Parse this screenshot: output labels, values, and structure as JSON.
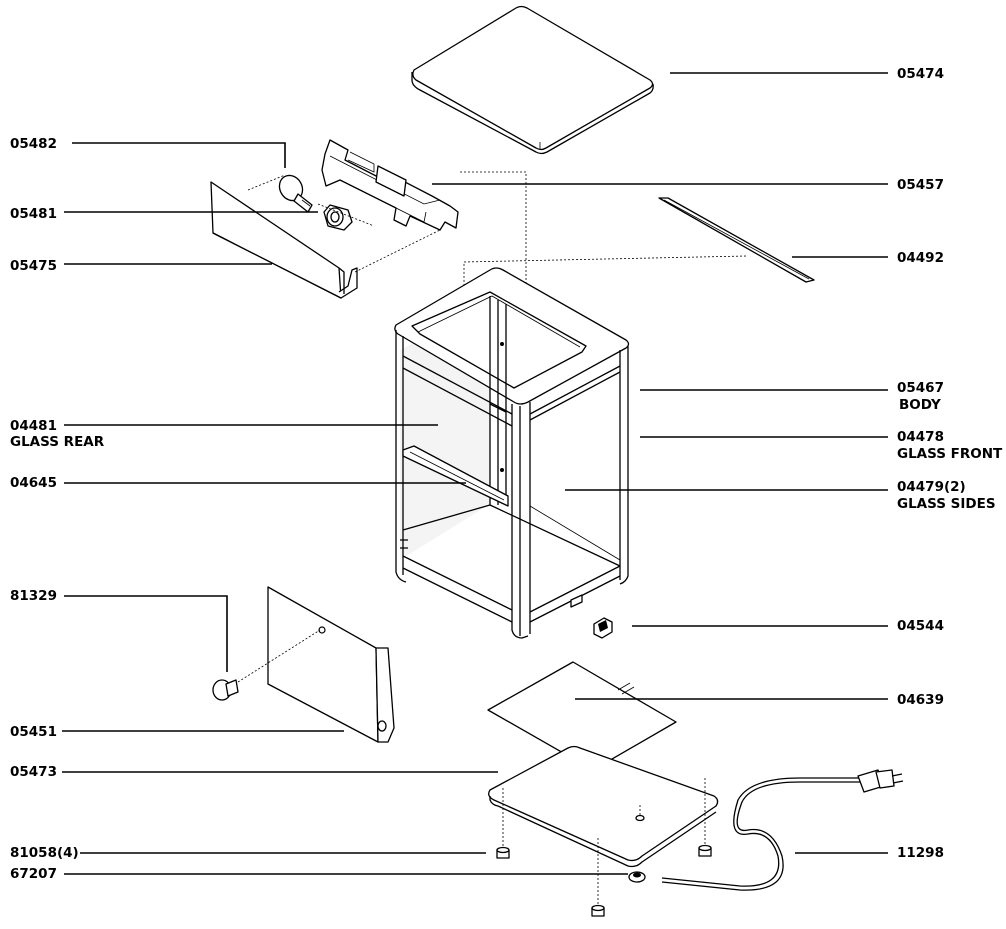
{
  "labels": {
    "p05474": "05474",
    "p05482": "05482",
    "p05457": "05457",
    "p05481": "05481",
    "p04492": "04492",
    "p05475": "05475",
    "p05467": "05467",
    "p05467_name": "BODY",
    "p04481": "04481",
    "p04481_name": "GLASS REAR",
    "p04478": "04478",
    "p04478_name": "GLASS FRONT",
    "p04645": "04645",
    "p04479": "04479(2)",
    "p04479_name": "GLASS SIDES",
    "p81329": "81329",
    "p04544": "04544",
    "p04639": "04639",
    "p05451": "05451",
    "p05473": "05473",
    "p81058": "81058(4)",
    "p11298": "11298",
    "p67207": "67207"
  }
}
